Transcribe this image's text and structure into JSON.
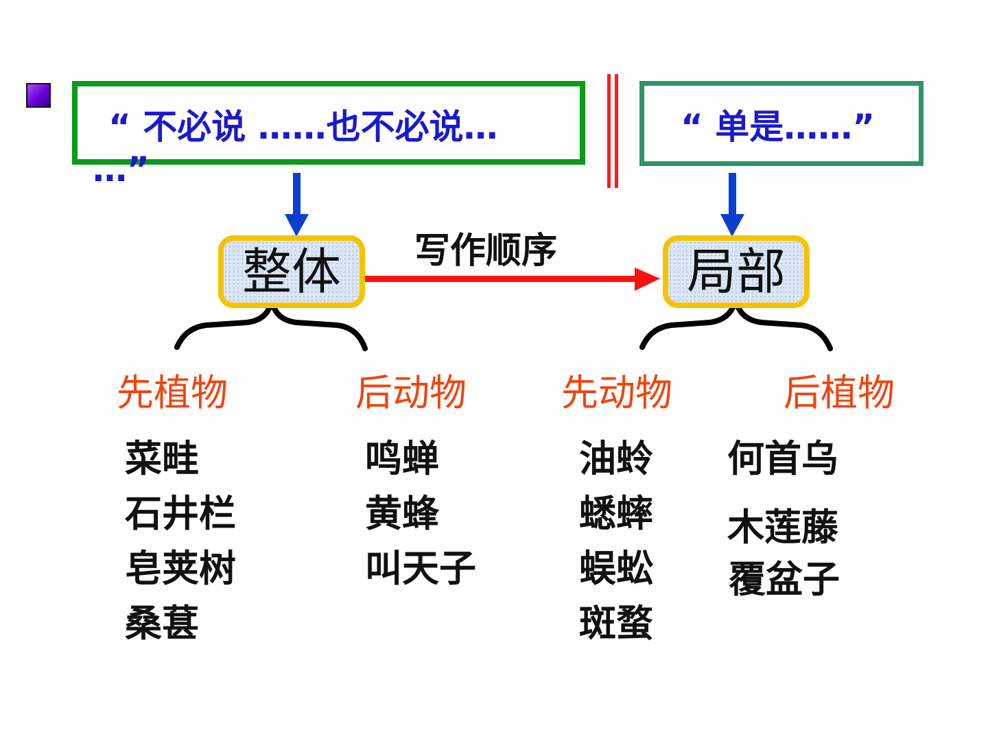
{
  "top_left_quote": {
    "line1": "“ 不必说 ……也不必说…",
    "line2": "…”"
  },
  "top_right_quote": "“ 单是……”",
  "nodes": {
    "whole": "整体",
    "part": "局部"
  },
  "order_label": "写作顺序",
  "columns": [
    {
      "heading": "先植物",
      "items": [
        "菜畦",
        "石井栏",
        "皂荚树",
        "桑葚"
      ]
    },
    {
      "heading": "后动物",
      "items": [
        "鸣蝉",
        "黄蜂",
        "叫天子"
      ]
    },
    {
      "heading": "先动物",
      "items": [
        "油蛉",
        "蟋蟀",
        "蜈蚣",
        "斑蝥"
      ]
    },
    {
      "heading": "后植物",
      "items": [
        "何首乌",
        "木莲藤",
        "覆盆子"
      ]
    }
  ],
  "colors": {
    "quote_text": "#1a1acc",
    "left_box_border": "#0b9a1c",
    "right_box_border": "#2f9468",
    "node_border": "#f5c400",
    "heading": "#f04410",
    "arrow_down": "#0a3fd0",
    "arrow_order": "#ff1010",
    "divider": "#ff1a1a"
  }
}
